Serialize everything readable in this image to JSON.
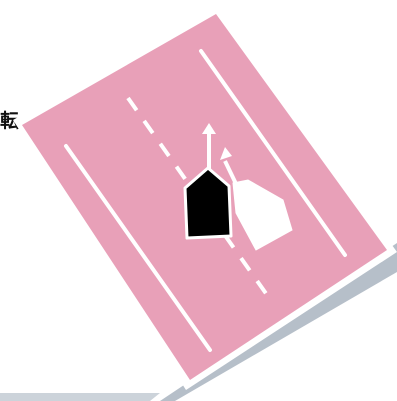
{
  "colors": {
    "road_surface": "#e8a0b8",
    "board_border": "#ffffff",
    "lane_marking": "#ffffff",
    "car_highlighted": "#000000",
    "car_other": "#ffffff",
    "arrow": "#ffffff",
    "shadow": "#a9b4c0",
    "label_text": "#111111"
  },
  "partial_label": {
    "text": "転"
  },
  "scene": {
    "marking_types": [
      "solid-edge-line",
      "dashed-center-line",
      "solid-edge-line"
    ],
    "vehicles": [
      {
        "role": "highlighted-car",
        "fill": "black",
        "direction_arrow": "straight-ahead"
      },
      {
        "role": "other-car",
        "fill": "white",
        "direction_arrow": "straight-ahead"
      }
    ]
  }
}
